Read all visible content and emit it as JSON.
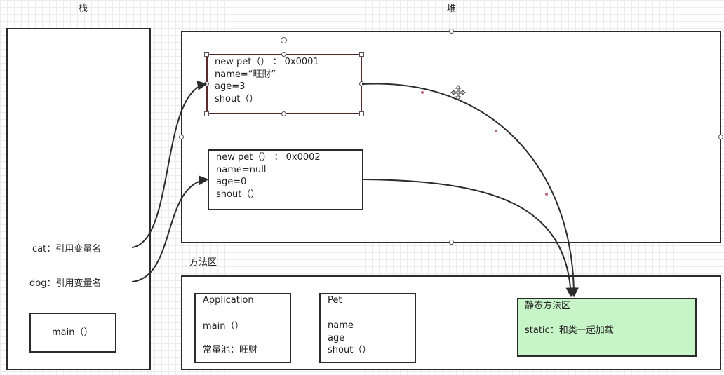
{
  "stack": {
    "title": "栈",
    "cat_label": "cat：引用变量名",
    "dog_label": "dog：引用变量名",
    "main_label": "main（）"
  },
  "heap": {
    "title": "堆",
    "obj1": {
      "line1": "new pet（）  ：  0x0001",
      "line2": "name=“旺财”",
      "line3": "age=3",
      "line4": "shout（）"
    },
    "obj2": {
      "line1": "new pet（）  ：  0x0002",
      "line2": "name=null",
      "line3": "age=0",
      "line4": "shout（）"
    }
  },
  "method_area": {
    "title": "方法区",
    "application": {
      "title": "Application",
      "line1": "main（）",
      "line2": "常量池：旺财"
    },
    "pet": {
      "title": "Pet",
      "line1": "name",
      "line2": "age",
      "line3": "shout（）"
    },
    "static_area": {
      "title": "静态方法区",
      "text": "static：和类一起加载",
      "fill": "#c8f5c8"
    }
  }
}
